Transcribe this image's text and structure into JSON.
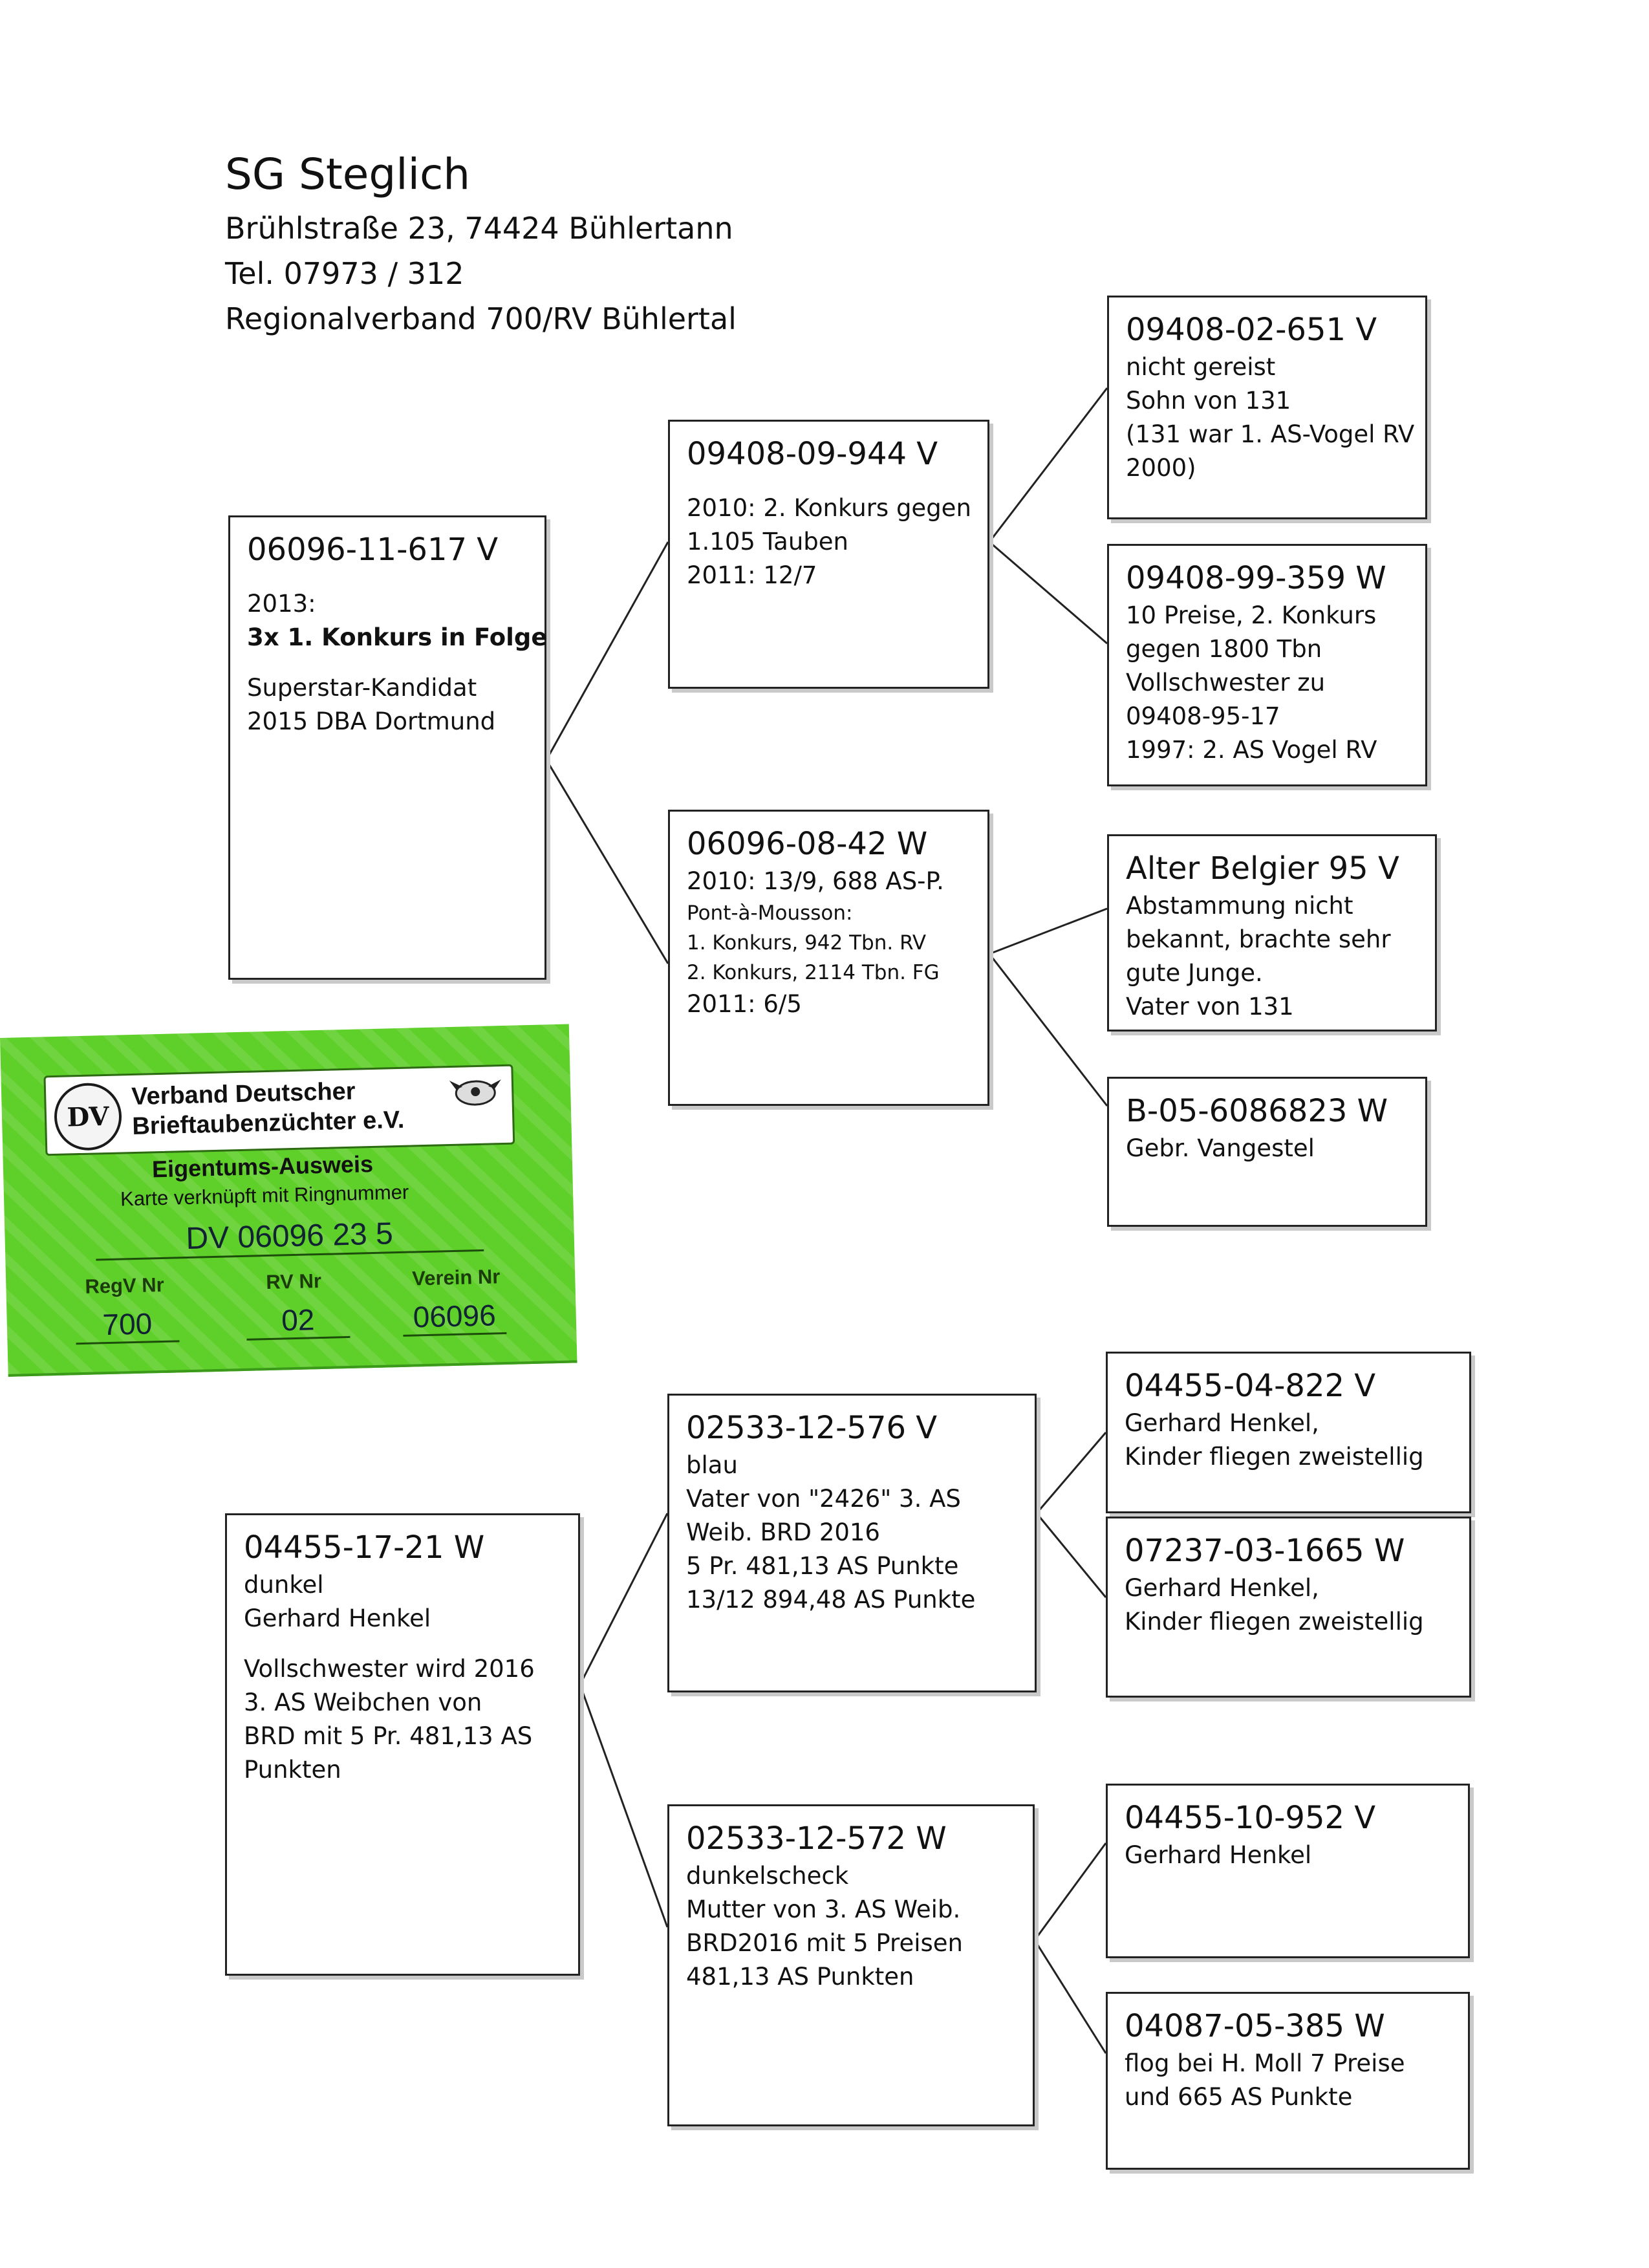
{
  "header": {
    "name": "SG Steglich",
    "address": "Brühlstraße 23, 74424 Bühlertann",
    "phone": "Tel. 07973 / 312",
    "region": "Regionalverband 700/RV Bühlertal"
  },
  "pedigree1": {
    "subject": {
      "id": "06096-11-617 V",
      "lines": [
        "2013:",
        "3x 1. Konkurs in Folge",
        "Superstar-Kandidat",
        "2015 DBA Dortmund"
      ]
    },
    "sire": {
      "id": "09408-09-944  V",
      "lines": [
        "2010: 2. Konkurs gegen",
        "1.105 Tauben",
        "2011: 12/7"
      ]
    },
    "dam": {
      "id": "06096-08-42 W",
      "lines": [
        "2010: 13/9, 688 AS-P.",
        "Pont-à-Mousson:",
        "1. Konkurs, 942 Tbn. RV",
        "2. Konkurs, 2114 Tbn. FG",
        "2011: 6/5"
      ]
    },
    "sire_sire": {
      "id": "09408-02-651 V",
      "lines": [
        "nicht gereist",
        "Sohn von 131",
        "(131 war 1. AS-Vogel RV",
        "2000)"
      ]
    },
    "sire_dam": {
      "id": "09408-99-359 W",
      "lines": [
        "10 Preise, 2. Konkurs",
        "gegen 1800 Tbn",
        "Vollschwester zu",
        "09408-95-17",
        "1997: 2. AS Vogel RV"
      ]
    },
    "dam_sire": {
      "id": "Alter Belgier 95 V",
      "lines": [
        "Abstammung nicht",
        "bekannt, brachte sehr",
        "gute Junge.",
        "Vater von 131"
      ]
    },
    "dam_dam": {
      "id": "B-05-6086823 W",
      "lines": [
        "Gebr. Vangestel"
      ]
    }
  },
  "card": {
    "logo_text": "DV",
    "org_line1": "Verband Deutscher",
    "org_line2": "Brieftaubenzüchter e.V.",
    "title": "Eigentums-Ausweis",
    "subtitle": "Karte verknüpft mit Ringnummer",
    "ring_number": "DV 06096 23 5",
    "regv_label": "RegV Nr",
    "rv_label": "RV Nr",
    "verein_label": "Verein Nr",
    "regv_value": "700",
    "rv_value": "02",
    "verein_value": "06096"
  },
  "pedigree2": {
    "subject": {
      "id": "04455-17-21 W",
      "lines": [
        "dunkel",
        "Gerhard Henkel",
        "Vollschwester wird 2016",
        "3. AS Weibchen von",
        "BRD mit 5 Pr. 481,13 AS",
        "Punkten"
      ]
    },
    "sire": {
      "id": "02533-12-576 V",
      "lines": [
        "blau",
        "Vater von \"2426\" 3. AS",
        "Weib. BRD 2016",
        "5 Pr. 481,13 AS Punkte",
        "13/12 894,48 AS Punkte"
      ]
    },
    "dam": {
      "id": "02533-12-572 W",
      "lines": [
        "dunkelscheck",
        "Mutter von 3. AS Weib.",
        "BRD2016 mit 5 Preisen",
        "481,13 AS Punkten"
      ]
    },
    "sire_sire": {
      "id": "04455-04-822 V",
      "lines": [
        "Gerhard Henkel,",
        "Kinder fliegen zweistellig"
      ]
    },
    "sire_dam": {
      "id": "07237-03-1665 W",
      "lines": [
        "Gerhard Henkel,",
        "Kinder fliegen zweistellig"
      ]
    },
    "dam_sire": {
      "id": "04455-10-952 V",
      "lines": [
        "Gerhard Henkel"
      ]
    },
    "dam_dam": {
      "id": "04087-05-385 W",
      "lines": [
        "flog bei H. Moll 7 Preise",
        "und 665 AS Punkte"
      ]
    }
  }
}
